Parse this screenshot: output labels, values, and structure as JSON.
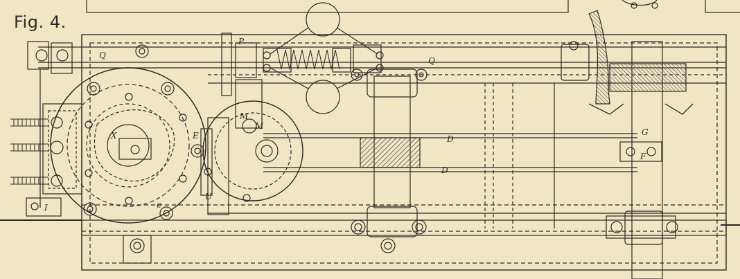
{
  "figure": {
    "label": "Fig. 4."
  },
  "letters": {
    "Q1": "Q",
    "Q2": "Q",
    "P": "P",
    "X": "X",
    "E": "E",
    "M1": "M",
    "M2": "M",
    "U": "U",
    "D1": "D",
    "D2": "D",
    "G": "G",
    "F": "F",
    "e": "e",
    "I": "I"
  },
  "colors": {
    "paper": "#efe6c4",
    "ink": "#2b2a26",
    "hatch": "#6a665c",
    "line": "#3a3833"
  }
}
